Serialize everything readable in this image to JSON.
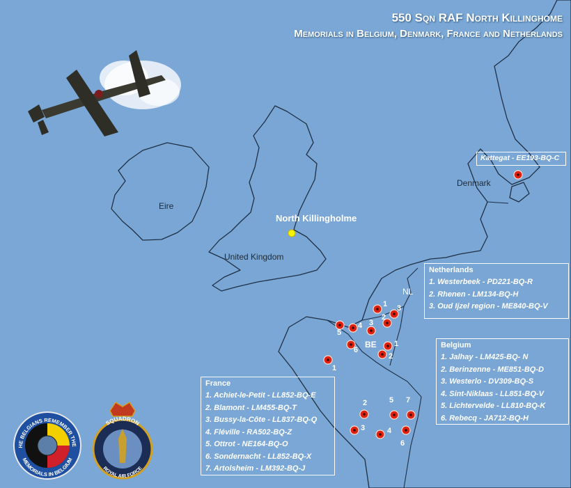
{
  "title": {
    "line1": "550 Sqn RAF North Killinghome",
    "line2": "Memorials in Belgium, Denmark, France and Netherlands"
  },
  "map_labels": {
    "eire": "Eire",
    "united_kingdom": "United Kingdom",
    "north_killingholme": "North Killingholme",
    "denmark": "Denmark",
    "nl": "NL",
    "be": "BE"
  },
  "kattegat": "Kattegat - EE193-BQ-C",
  "netherlands": {
    "heading": "Netherlands",
    "items": [
      "1. Westerbeek - PD221-BQ-R",
      "2. Rhenen - LM134-BQ-H",
      "3. Oud Ijzel region - ME840-BQ-V"
    ]
  },
  "belgium": {
    "heading": "Belgium",
    "items": [
      "1. Jalhay - LM425-BQ- N",
      "2. Berinzenne - ME851-BQ-D",
      "3. Westerlo - DV309-BQ-S",
      "4. Sint-Niklaas - LL851-BQ-V",
      "5. Lichtervelde - LL810-BQ-K",
      "6. Rebecq - JA712-BQ-H"
    ]
  },
  "france": {
    "heading": "France",
    "items": [
      "1. Achiet-le-Petit - LL852-BQ-E",
      "2. Blamont - LM455-BQ-T",
      "3. Bussy-la-Côte - LL837-BQ-Q",
      "4. Fléville - RA502-BQ-Z",
      "5. Ottrot - NE164-BQ-O",
      "6. Sondernacht - LL852-BQ-X",
      "7. Artolsheim - LM392-BQ-J"
    ]
  },
  "marker_numbers": {
    "nl": [
      "1",
      "2",
      "3"
    ],
    "be": [
      "1",
      "2",
      "3",
      "4",
      "5",
      "6"
    ],
    "fr": [
      "1",
      "2",
      "3",
      "4",
      "5",
      "6",
      "7"
    ]
  },
  "badge_left_text": {
    "top": "THE BELGIANS REMEMBER THEM",
    "bottom": "MEMORIALS IN BELGIUM"
  },
  "badge_right_text": {
    "top": "SQUADRON",
    "bottom": "ROYAL AIR FORCE"
  },
  "colors": {
    "sea": "#7aa7d6",
    "land_outline": "#1f2f44",
    "marker": "#e02010",
    "home_marker": "#f5f500"
  }
}
